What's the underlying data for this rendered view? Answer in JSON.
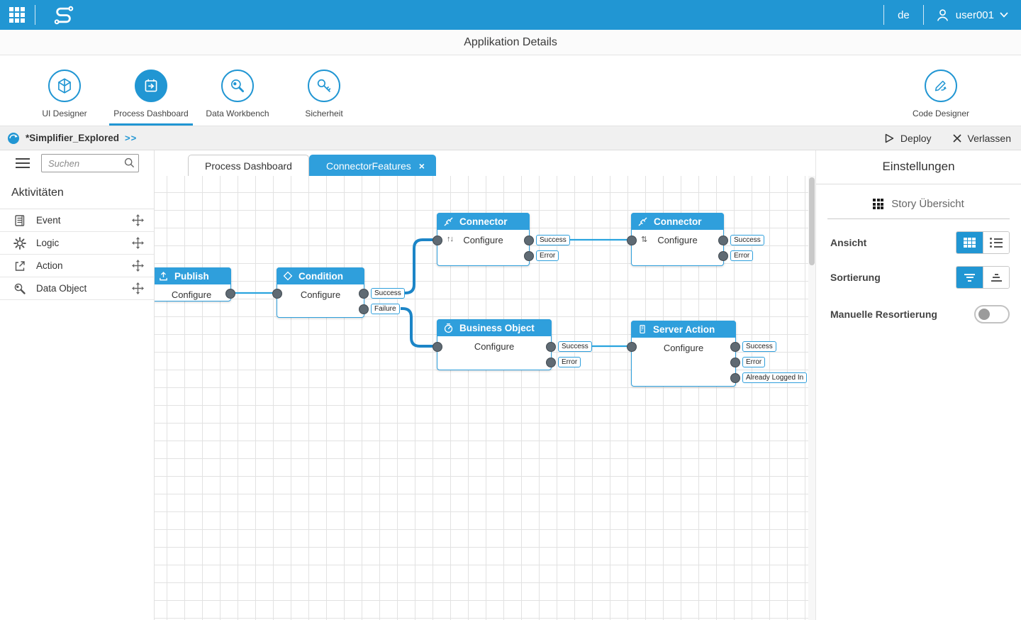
{
  "topbar": {
    "language": "de",
    "username": "user001"
  },
  "header": {
    "title": "Applikation Details"
  },
  "nav": {
    "items": [
      {
        "label": "UI Designer",
        "icon": "cube-icon",
        "active": false
      },
      {
        "label": "Process Dashboard",
        "icon": "dashboard-calendar-icon",
        "active": true
      },
      {
        "label": "Data Workbench",
        "icon": "wrench-magnifier-icon",
        "active": false
      },
      {
        "label": "Sicherheit",
        "icon": "key-icon",
        "active": false
      },
      {
        "label": "Code Designer",
        "icon": "pencil-arrow-icon",
        "active": false
      }
    ]
  },
  "breadcrumb": {
    "app_name": "*Simplifier_Explored",
    "chevrons": ">>",
    "deploy_label": "Deploy",
    "leave_label": "Verlassen"
  },
  "sidebar": {
    "search_placeholder": "Suchen",
    "section_title": "Aktivitäten",
    "items": [
      {
        "label": "Event",
        "icon": "document-icon"
      },
      {
        "label": "Logic",
        "icon": "gear-icon"
      },
      {
        "label": "Action",
        "icon": "export-arrow-icon"
      },
      {
        "label": "Data Object",
        "icon": "magnifier-wrench-icon"
      }
    ]
  },
  "tabs": [
    {
      "label": "Process Dashboard",
      "active": false
    },
    {
      "label": "ConnectorFeatures",
      "active": true,
      "close_glyph": "×"
    }
  ],
  "flow": {
    "nodes": [
      {
        "id": "publish",
        "title": "Publish",
        "configure": "Configure",
        "icon": "upload-icon",
        "outputs": []
      },
      {
        "id": "condition",
        "title": "Condition",
        "configure": "Configure",
        "icon": "diamond-icon",
        "outputs": [
          "Success",
          "Failure"
        ]
      },
      {
        "id": "connector-1",
        "title": "Connector",
        "configure": "Configure",
        "icon": "plug-icon",
        "type_glyph": "↑↓",
        "outputs": [
          "Success",
          "Error"
        ]
      },
      {
        "id": "connector-2",
        "title": "Connector",
        "configure": "Configure",
        "icon": "plug-icon",
        "type_glyph": "⇅",
        "outputs": [
          "Success",
          "Error"
        ]
      },
      {
        "id": "business-object",
        "title": "Business Object",
        "configure": "Configure",
        "icon": "gauge-icon",
        "outputs": [
          "Success",
          "Error"
        ]
      },
      {
        "id": "server-action",
        "title": "Server Action",
        "configure": "Configure",
        "icon": "server-icon",
        "outputs": [
          "Success",
          "Error",
          "Already Logged In"
        ]
      }
    ],
    "connections": [
      {
        "from": "publish",
        "to": "condition"
      },
      {
        "from": "condition.Success",
        "to": "connector-1"
      },
      {
        "from": "condition.Failure",
        "to": "business-object"
      },
      {
        "from": "connector-1.Success",
        "to": "connector-2"
      },
      {
        "from": "business-object.Success",
        "to": "server-action"
      }
    ]
  },
  "settings": {
    "title": "Einstellungen",
    "story_overview_label": "Story Übersicht",
    "view_label": "Ansicht",
    "sort_label": "Sortierung",
    "manual_resort_label": "Manuelle Resortierung",
    "manual_resort_enabled": false
  },
  "colors": {
    "brand_blue": "#2196d3",
    "node_header_blue": "#2f9fdc",
    "wire_thin": "#2aa4de",
    "wire_thick": "#1c85c7",
    "port_gray": "#5f6a73",
    "grid_line": "#e2e2e2",
    "breadcrumb_bg": "#f0f0f0"
  }
}
